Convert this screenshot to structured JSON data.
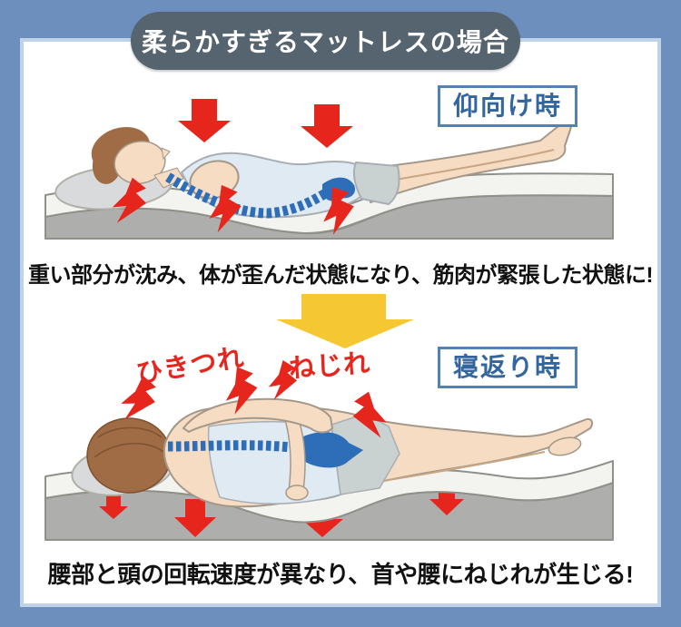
{
  "banner": {
    "label": "柔らかすぎるマットレスの場合"
  },
  "supine": {
    "tag": "仰向け時",
    "caption": "重い部分が沈み、体が歪んだ状態になり、筋肉が緊張した状態に!"
  },
  "turnover": {
    "tag": "寝返り時",
    "caption": "腰部と頭の回転速度が異なり、首や腰にねじれが生じる!",
    "labels": {
      "pull": "ひきつれ",
      "twist": "ねじれ"
    }
  },
  "icons": {
    "pressure_arrow": "red-down-arrow",
    "pain_bolt": "red-lightning-bolt",
    "sink_arrow": "red-down-arrow-small",
    "transition_arrow": "yellow-down-arrow"
  },
  "colors": {
    "frame_blue": "#6C8FBD",
    "frame_inner_stroke": "#C0D2E6",
    "banner_bg": "#56646F",
    "tag_blue": "#33669F",
    "alert_red": "#E6251D",
    "transition_yellow": "#F5C733",
    "spine_blue": "#2E6EB8",
    "skin": "#F6DCC2",
    "hair_brown": "#A06C45",
    "camisole_blue": "#E0EAF3",
    "mattress_top": "#F3F3F0",
    "mattress_base": "#AEAEAD",
    "pillow_gray": "#D9DADB"
  }
}
